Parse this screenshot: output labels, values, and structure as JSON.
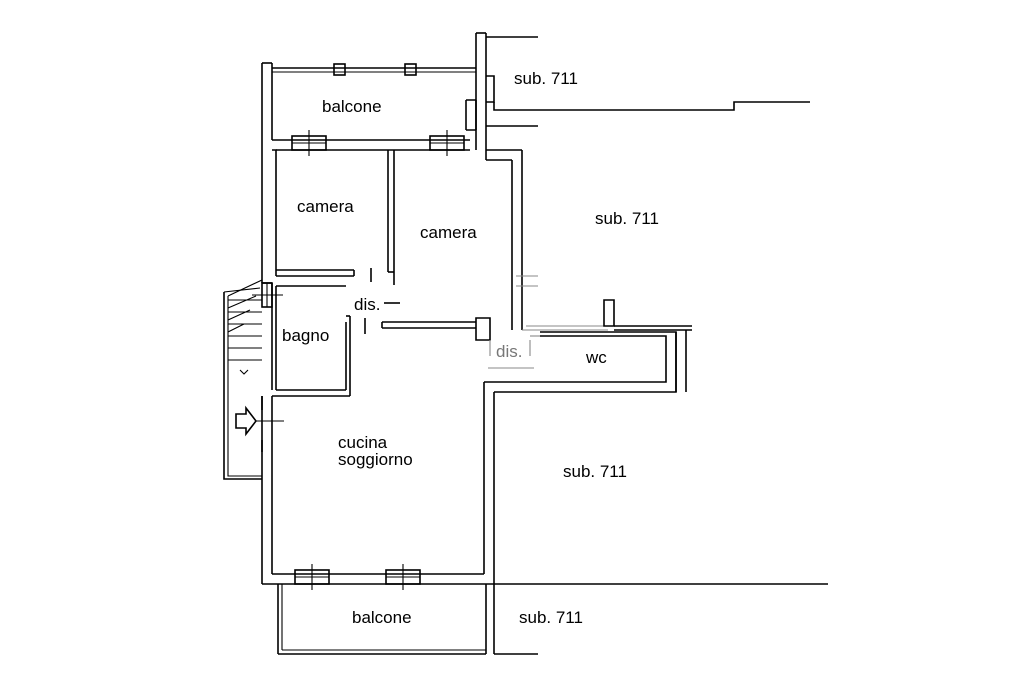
{
  "rooms": {
    "balcone_top": "balcone",
    "camera_left": "camera",
    "camera_right": "camera",
    "dis_main": "dis.",
    "bagno": "bagno",
    "dis_small": "dis.",
    "wc": "wc",
    "cucina": "cucina",
    "soggiorno": "soggiorno",
    "balcone_bottom": "balcone"
  },
  "neighbours": {
    "sub_1": "sub. 711",
    "sub_2": "sub. 711",
    "sub_3": "sub. 711",
    "sub_4": "sub. 711"
  },
  "icons": {
    "entrance": "entrance-arrow-icon",
    "stair": "staircase-icon"
  }
}
